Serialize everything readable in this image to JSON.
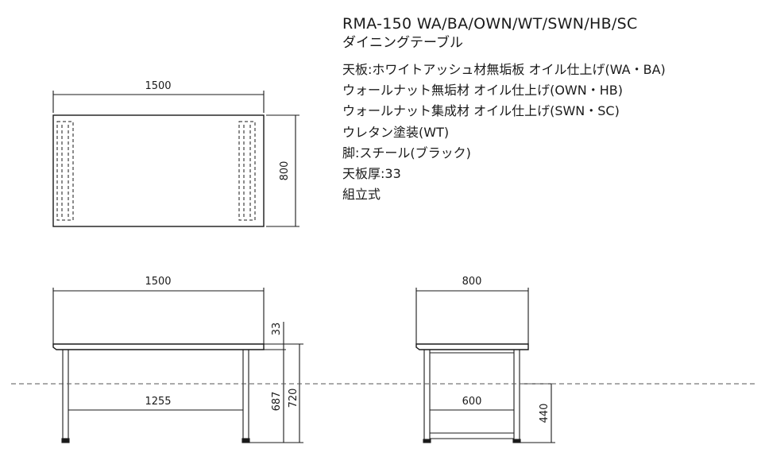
{
  "product": {
    "model": "RMA-150 WA/BA/OWN/WT/SWN/HB/SC",
    "name": "ダイニングテーブル"
  },
  "specs": [
    "天板:ホワイトアッシュ材無垢板 オイル仕上げ(WA・BA)",
    "ウォールナット無垢材 オイル仕上げ(OWN・HB)",
    "ウォールナット集成材 オイル仕上げ(SWN・SC)",
    "ウレタン塗装(WT)",
    "脚:スチール(ブラック)",
    "天板厚:33",
    "組立式"
  ],
  "dimensions": {
    "top_view": {
      "width": "1500",
      "depth": "800"
    },
    "front_view": {
      "width": "1500",
      "top_thickness": "33",
      "leg_span": "1255",
      "clearance": "687",
      "height": "720"
    },
    "side_view": {
      "depth": "800",
      "leg_span": "600",
      "stretcher_height": "440"
    }
  },
  "colors": {
    "line": "#1a1a1a",
    "guide": "#555555"
  }
}
